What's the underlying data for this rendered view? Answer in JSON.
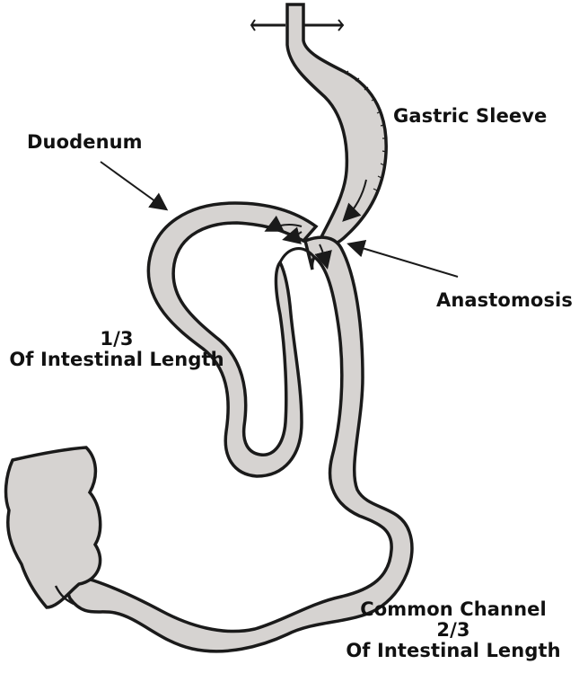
{
  "labels": {
    "gastric_sleeve": "Gastric Sleeve",
    "duodenum": "Duodenum",
    "anastomosis": "Anastomosis",
    "one_third_fraction": "1/3",
    "one_third_text": "Of Intestinal Length",
    "common_channel": "Common Channel",
    "two_thirds_fraction": "2/3",
    "two_thirds_text": "Of Intestinal Length"
  },
  "colors": {
    "tube_fill": "#d6d3d1",
    "outline": "#1a1a1a",
    "background": "#ffffff"
  }
}
